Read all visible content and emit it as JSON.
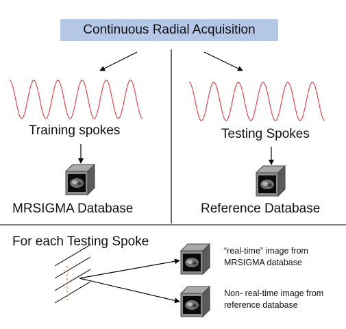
{
  "title": "Continuous Radial Acquisition",
  "left_panel": {
    "spokes_label": "Training spokes",
    "database_label": "MRSIGMA Database"
  },
  "right_panel": {
    "spokes_label": "Testing Spokes",
    "database_label": "Reference Database"
  },
  "bottom": {
    "heading": "For each Testing Spoke",
    "output_top_line1": "“real-time” image from",
    "output_top_line2": "MRSIGMA database",
    "output_bottom_line1": "Non- real-time image from",
    "output_bottom_line2": "reference database"
  },
  "colors": {
    "title_box": "#b4c7e7",
    "wave": "#e8383d",
    "dashed": "#e07a3a",
    "cube_face": "#8c8c8c",
    "cube_side": "#5a5a5a",
    "cube_image": "#0a0a0a"
  },
  "icons": [
    "database-cube-icon",
    "sine-wave-icon"
  ]
}
